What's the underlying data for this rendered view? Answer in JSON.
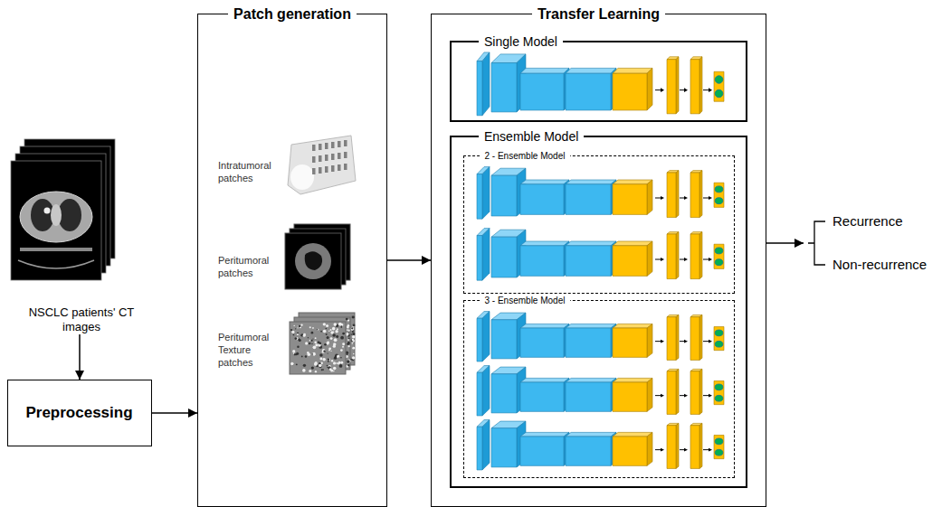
{
  "diagram": {
    "nodes": [
      {
        "text": [
          "NSCLC patients' CT images"
        ]
      },
      {
        "text": [
          "Preprocessing"
        ]
      },
      {
        "text": [
          "Patch generation"
        ]
      },
      {
        "text": [
          "Transfer Learning"
        ]
      },
      {
        "text": [
          "Single Model"
        ],
        "in": 3
      },
      {
        "text": [
          "Ensemble Model"
        ],
        "in": 3
      },
      {
        "text": [
          "2 - Ensemble Model"
        ],
        "in": 5
      },
      {
        "text": [
          "3 - Ensemble Model"
        ],
        "in": 5
      },
      {
        "text": [
          "Recurrence",
          "Non-recurrence"
        ]
      }
    ],
    "edges": [
      {
        "from": 0,
        "to": 1,
        "arrow": "to"
      },
      {
        "from": 1,
        "to": 2,
        "arrow": "to"
      },
      {
        "from": 2,
        "to": 3,
        "arrow": "to"
      },
      {
        "from": 3,
        "to": 8,
        "arrow": "to"
      }
    ],
    "labels": [
      "Intratumoral patches",
      "Peritumoral patches",
      "Peritumoral Texture patches"
    ]
  }
}
